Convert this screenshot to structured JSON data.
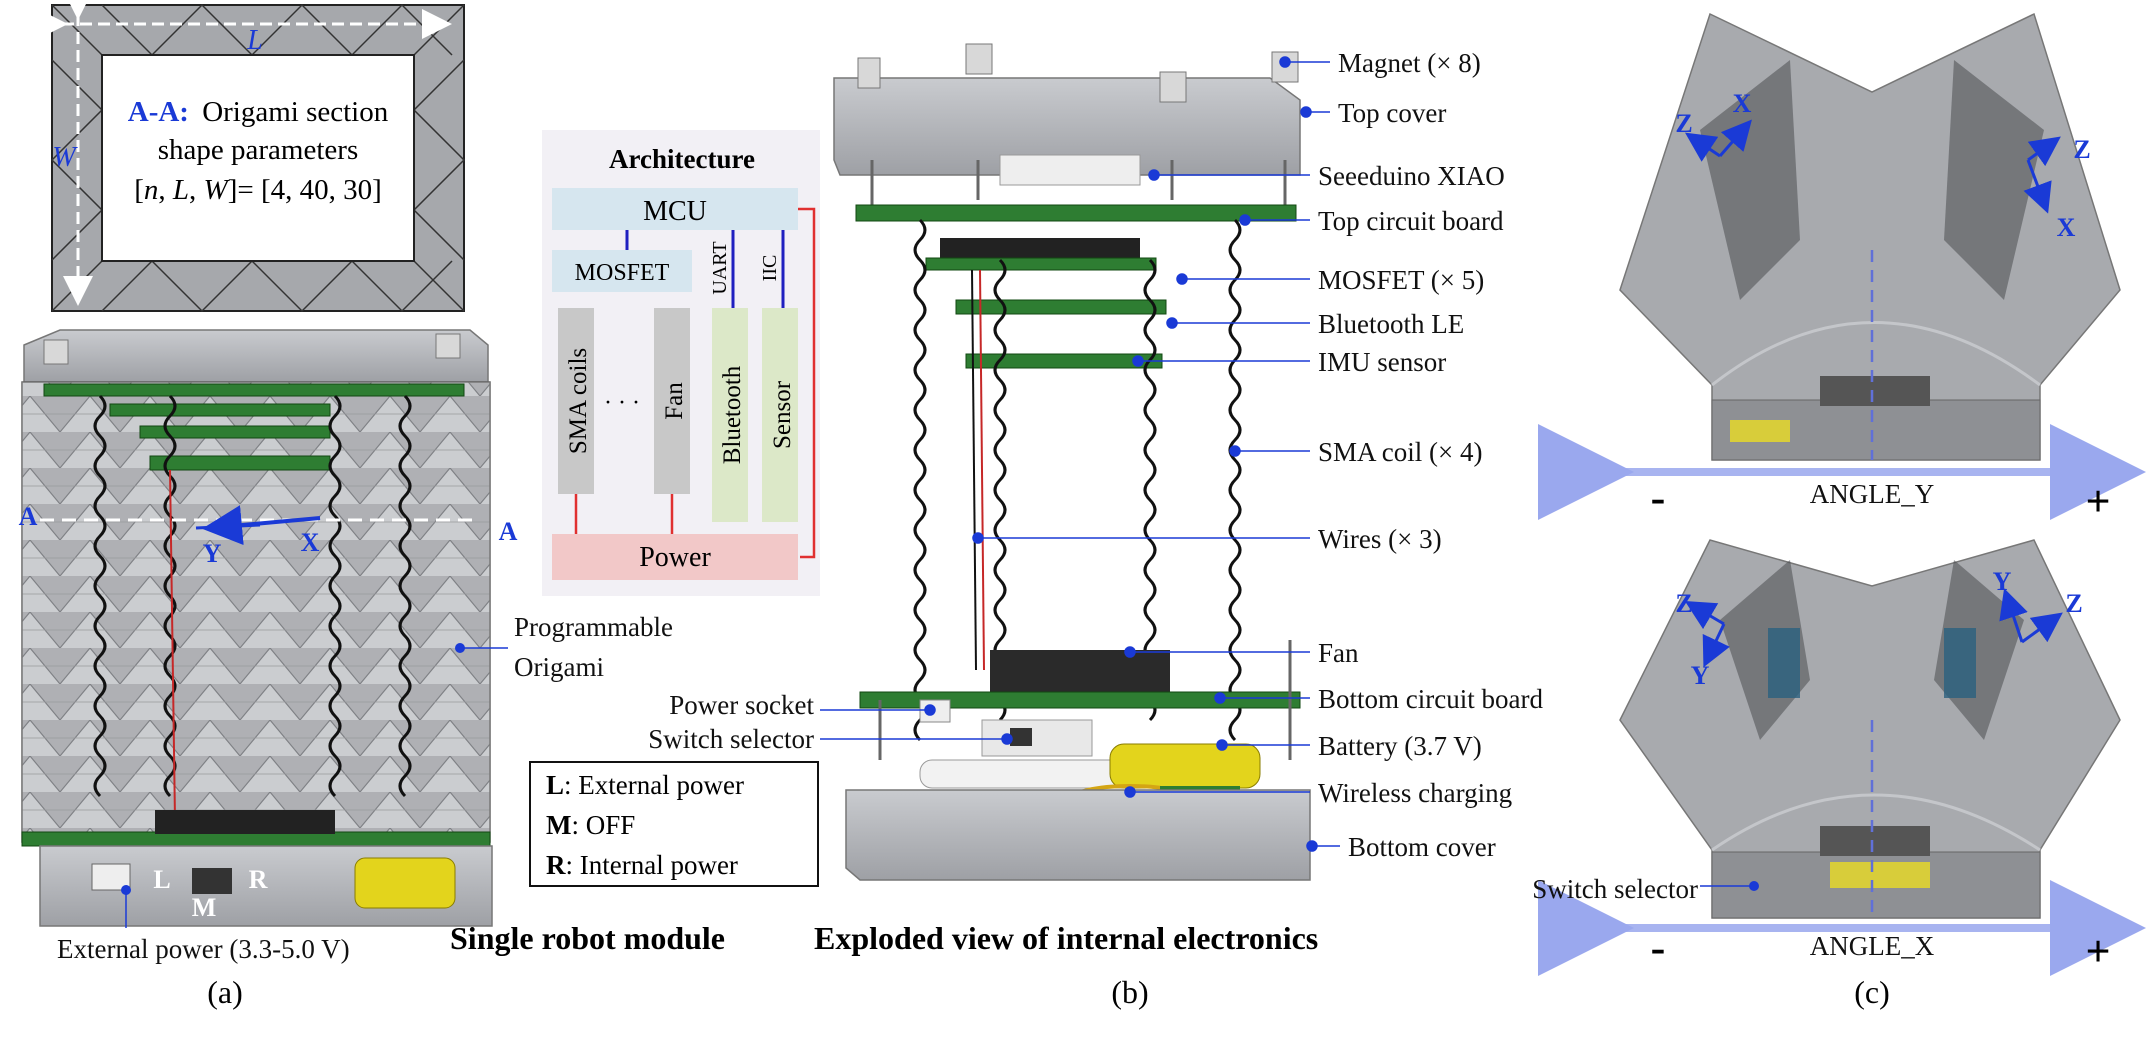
{
  "section": {
    "title_key": "A-A:",
    "title_text": "Origami section",
    "line2": "shape parameters",
    "line3_prefix": "[",
    "line3_vars": [
      "n",
      "L",
      "W"
    ],
    "line3_suffix": "]= [4, 40, 30]",
    "dim_L": "L",
    "dim_W": "W"
  },
  "panel_a": {
    "section_mark": "A",
    "axis_x": "X",
    "axis_y": "Y",
    "origami_label_1": "Programmable",
    "origami_label_2": "Origami",
    "switch_l": "L",
    "switch_m": "M",
    "switch_r": "R",
    "external_power": "External power (3.3-5.0 V)",
    "caption_bold": "Single robot module",
    "caption": "(a)"
  },
  "architecture": {
    "title": "Architecture",
    "mcu": "MCU",
    "mosfet": "MOSFET",
    "uart": "UART",
    "iic": "IIC",
    "sma_coils": "SMA coils",
    "dots": "· · ·",
    "fan": "Fan",
    "bluetooth": "Bluetooth",
    "sensor": "Sensor",
    "power": "Power",
    "colors": {
      "mcu": "#d6e6ef",
      "sma": "#c8c8c8",
      "comm": "#dce8c8",
      "power": "#f2c8c8",
      "bg": "#f2f0f5",
      "wire": "#e03030",
      "bus": "#2020c0"
    }
  },
  "switch_legend": [
    {
      "key": "L",
      "text": ": External power"
    },
    {
      "key": "M",
      "text": ": OFF"
    },
    {
      "key": "R",
      "text": ": Internal power"
    }
  ],
  "panel_b": {
    "labels_right": [
      "Magnet (× 8)",
      "Top cover",
      "Seeeduino XIAO",
      "Top circuit board",
      "MOSFET (× 5)",
      "Bluetooth LE",
      "IMU sensor",
      "SMA coil (× 4)",
      "Wires (× 3)",
      "Fan",
      "Bottom circuit board",
      "Battery (3.7 V)",
      "Wireless charging",
      "Bottom cover"
    ],
    "labels_left": [
      "Power socket",
      "Switch selector"
    ],
    "caption_bold": "Exploded view of internal electronics",
    "caption": "(b)"
  },
  "panel_c": {
    "top": {
      "axis_name": "ANGLE_Y",
      "minus": "-",
      "plus": "+",
      "left_axes": [
        "Z",
        "X"
      ],
      "right_axes": [
        "Z",
        "X"
      ]
    },
    "bottom": {
      "axis_name": "ANGLE_X",
      "minus": "-",
      "plus": "+",
      "left_axes": [
        "Z",
        "Y"
      ],
      "right_axes": [
        "Y",
        "Z"
      ]
    },
    "switch_selector": "Switch selector",
    "caption": "(c)"
  }
}
